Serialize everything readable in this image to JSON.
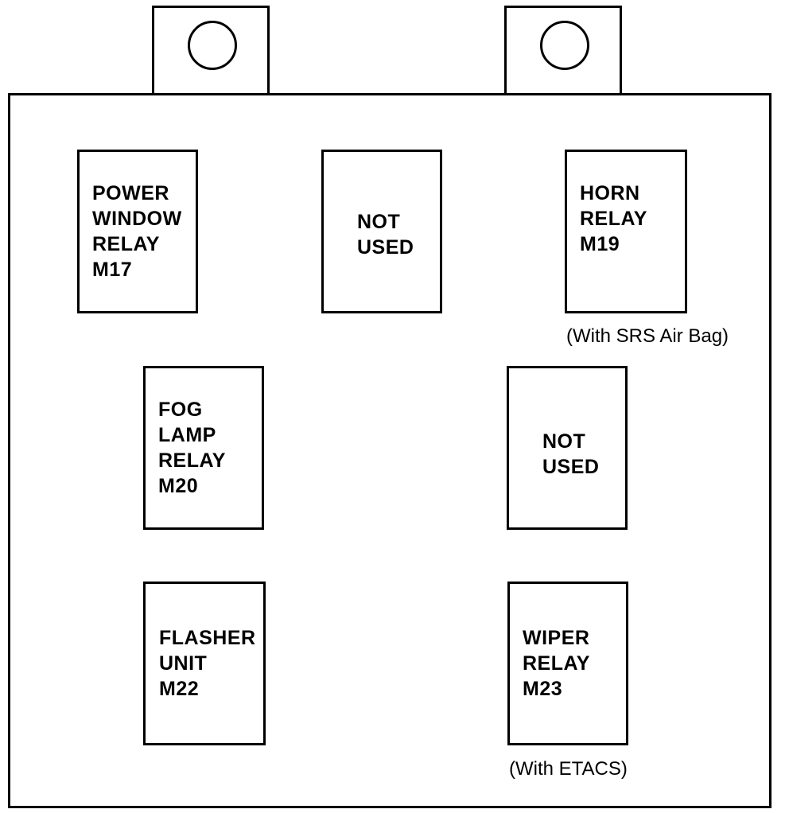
{
  "diagram": {
    "relays": [
      {
        "id": "power-window-relay",
        "lines": [
          "POWER",
          "WINDOW",
          "RELAY",
          "M17"
        ]
      },
      {
        "id": "not-used-top",
        "lines": [
          "NOT",
          "USED"
        ]
      },
      {
        "id": "horn-relay",
        "lines": [
          "HORN",
          "RELAY",
          "M19"
        ]
      },
      {
        "id": "fog-lamp-relay",
        "lines": [
          "FOG",
          "LAMP",
          "RELAY",
          "M20"
        ]
      },
      {
        "id": "not-used-middle",
        "lines": [
          "NOT",
          "USED"
        ]
      },
      {
        "id": "flasher-unit",
        "lines": [
          "FLASHER",
          "UNIT",
          "M22"
        ]
      },
      {
        "id": "wiper-relay",
        "lines": [
          "WIPER",
          "RELAY",
          "M23"
        ]
      }
    ],
    "notes": {
      "horn": "(With SRS Air Bag)",
      "wiper": "(With ETACS)"
    }
  }
}
